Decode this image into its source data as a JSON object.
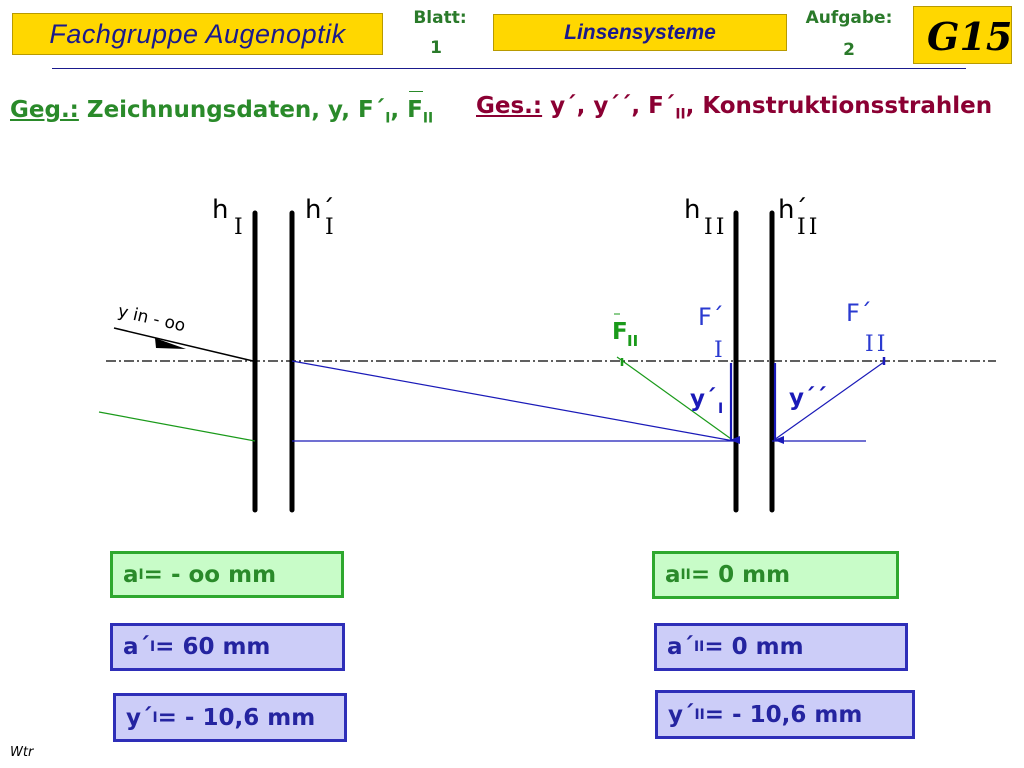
{
  "header": {
    "group_title": "Fachgruppe  Augenoptik",
    "blatt_label": "Blatt:",
    "blatt_value": "1",
    "topic": "Linsensysteme",
    "aufgabe_label": "Aufgabe:",
    "aufgabe_value": "2",
    "logo_text": "G15"
  },
  "given": {
    "label": "Geg.:",
    "text": " Zeichnungsdaten, y, F´",
    "sub1": "I",
    "sep": ", ",
    "f2": "F",
    "sub2": "II"
  },
  "sought": {
    "label": "Ges.:",
    "text": " y´, y´´, F´",
    "sub": "II",
    "rest": ", Konstruktionsstrahlen"
  },
  "diagram": {
    "label_hI": "h",
    "label_hI_sub": "I",
    "label_hIp": "h´",
    "label_hIp_sub": "I",
    "label_hII": "h",
    "label_hII_sub": "II",
    "label_hIIp": "h´",
    "label_hIIp_sub": "II",
    "label_y": "y  in - oo",
    "label_FII": "F",
    "label_FII_sub": "II",
    "label_FpI": "F´",
    "label_FpI_sub": "I",
    "label_FpII": "F´",
    "label_FpII_sub": "II",
    "label_ypI": "y´",
    "label_ypI_sub": "I",
    "label_ypp": "y´´",
    "colors": {
      "axis": "#000000",
      "green_ray": "#1a9a1a",
      "blue_ray": "#1a1ab8",
      "label_blue": "#2a3ad0"
    }
  },
  "values": {
    "aI_main": "a",
    "aI_sub": "I",
    "aI_rest": " = - oo mm",
    "apI_main": "a´",
    "apI_sub": "I",
    "apI_rest": " = 60 mm",
    "ypI_main": "y´",
    "ypI_sub": "I",
    "ypI_rest": " = - 10,6 mm",
    "aII_main": "a",
    "aII_sub": "II",
    "aII_rest": " = 0 mm",
    "apII_main": "a´",
    "apII_sub": "II",
    "apII_rest": " = 0 mm",
    "ypII_main": "y´",
    "ypII_sub": "II",
    "ypII_rest": " = - 10,6 mm"
  },
  "footer": {
    "author": "Wtr"
  }
}
